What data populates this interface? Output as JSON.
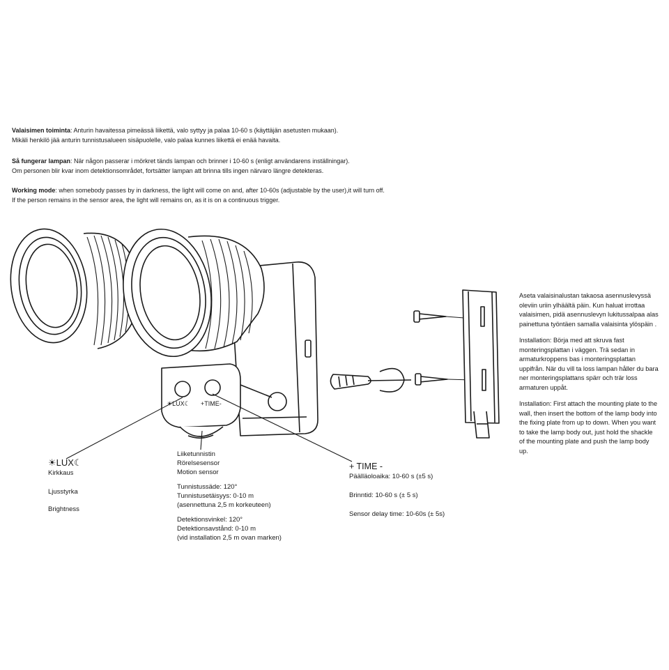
{
  "intro": [
    {
      "lead": "Valaisimen toiminta",
      "sep": ": ",
      "line1": "Anturin havaitessa pimeässä liikettä, valo syttyy ja palaa 10-60 s (käyttäjän asetusten mukaan).",
      "line2": "Mikäli henkilö jää anturin tunnistusalueen sisäpuolelle, valo palaa kunnes liikettä ei enää havaita."
    },
    {
      "lead": "Så fungerar lampan",
      "sep": ": ",
      "line1": "När någon passerar i mörkret tänds lampan och brinner i 10-60 s (enligt användarens inställningar).",
      "line2": "Om personen blir kvar inom detektionsområdet, fortsätter lampan att brinna tills ingen närvaro längre detekteras."
    },
    {
      "lead": "Working mode",
      "sep": ":  ",
      "line1": "when somebody passes by in darkness, the light will come on and, after 10-60s (adjustable by the user),it will turn off.",
      "line2": "If the person remains in the sensor area, the light will remains  on, as it is on a continuous trigger."
    }
  ],
  "dials": {
    "lux_small": "☀LUX☾",
    "time_small": "+TIME-"
  },
  "lux": {
    "symbol_sun": "☀",
    "symbol_text": "LUX",
    "symbol_moon": "☾",
    "fi": "Kirkkaus",
    "sv": "Ljusstyrka",
    "en": "Brightness"
  },
  "sensor": {
    "lines": [
      "Liiketunnistin",
      "Rörelsesensor",
      "Motion sensor"
    ],
    "fi_range": [
      "Tunnistussäde: 120°",
      "Tunnistusetäisyys: 0-10 m",
      "(asennettuna 2,5 m korkeuteen)"
    ],
    "sv_range": [
      "Detektionsvinkel: 120°",
      "Detektionsavstånd: 0-10 m",
      "(vid installation 2,5 m ovan marken)"
    ]
  },
  "time": {
    "title": "+ TIME -",
    "fi": "Päälläoloaika: 10-60 s (±5 s)",
    "sv": "Brinntid: 10-60 s (± 5 s)",
    "en": "Sensor delay time: 10-60s (± 5s)"
  },
  "installation": {
    "fi": "Aseta valaisinalustan takaosa asennuslevyssä oleviin uriin ylhäältä päin. Kun haluat irrottaa valaisimen, pidä asennuslevyn lukitussalpaa alas painettuna työntäen samalla valaisinta ylöspäin .",
    "sv": "Installation:  Börja med att skruva fast monteringsplattan i väggen. Trä sedan in armaturkroppens bas i monteringsplattan uppifrån. När du vill ta loss lampan håller du bara ner monteringsplattans spärr och trär loss armaturen uppåt.",
    "en": "Installation: First attach the mounting plate to the wall, then insert the bottom of the lamp body into the fixing plate from up to down. When you want to take the lamp body out, just hold the shackle of the mounting plate and push the lamp body up."
  }
}
